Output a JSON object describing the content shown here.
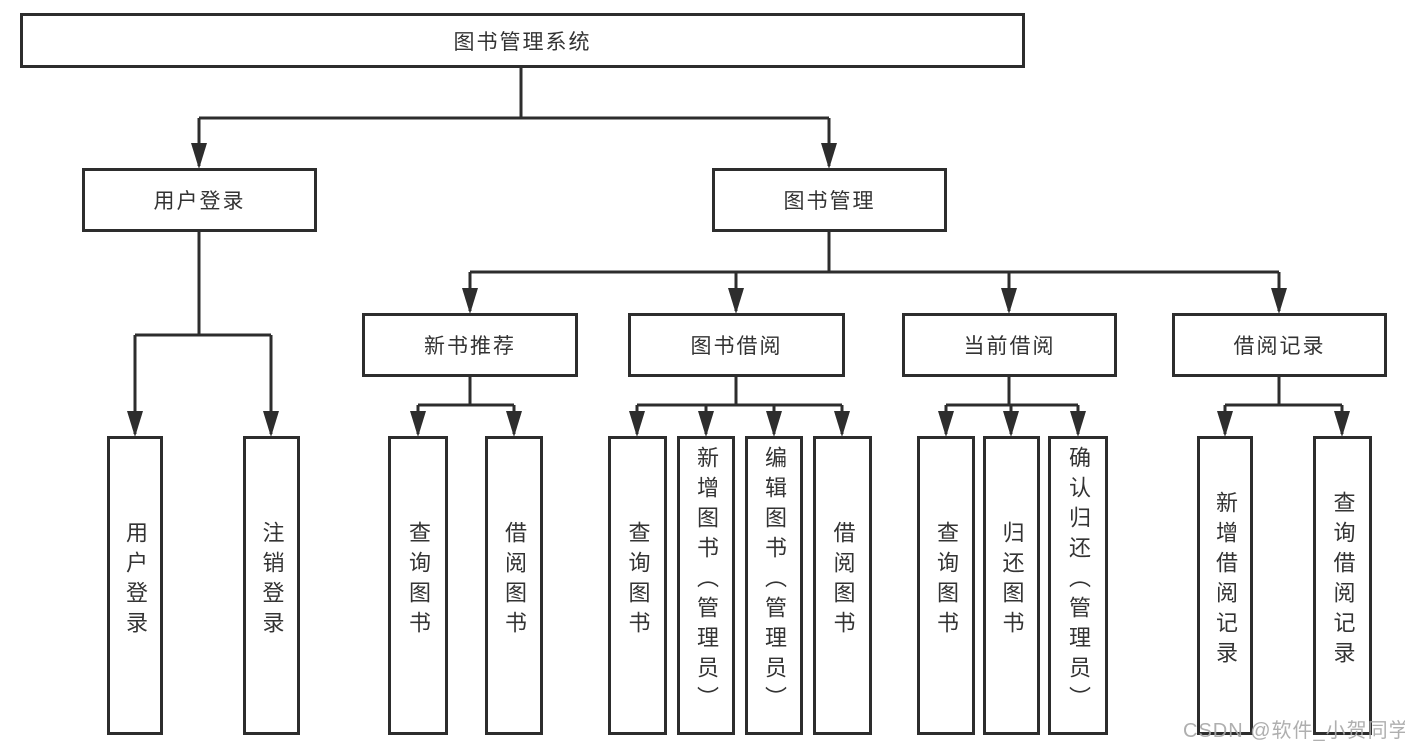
{
  "tree": {
    "label": "图书管理系统",
    "children": [
      {
        "label": "用户登录",
        "children": [
          {
            "label": "用户登录"
          },
          {
            "label": "注销登录"
          }
        ]
      },
      {
        "label": "图书管理",
        "children": [
          {
            "label": "新书推荐",
            "children": [
              {
                "label": "查询图书"
              },
              {
                "label": "借阅图书"
              }
            ]
          },
          {
            "label": "图书借阅",
            "children": [
              {
                "label": "查询图书"
              },
              {
                "label": "新增图书（管理员）"
              },
              {
                "label": "编辑图书（管理员）"
              },
              {
                "label": "借阅图书"
              }
            ]
          },
          {
            "label": "当前借阅",
            "children": [
              {
                "label": "查询图书"
              },
              {
                "label": "归还图书"
              },
              {
                "label": "确认归还（管理员）"
              }
            ]
          },
          {
            "label": "借阅记录",
            "children": [
              {
                "label": "新增借阅记录"
              },
              {
                "label": "查询借阅记录"
              }
            ]
          }
        ]
      }
    ]
  },
  "watermark": "CSDN @软件_小贺同学",
  "colors": {
    "line": "#2d2d2d",
    "box_border": "#2d2d2d",
    "text": "#333333",
    "watermark": "#a8a8a8",
    "background": "#ffffff"
  }
}
